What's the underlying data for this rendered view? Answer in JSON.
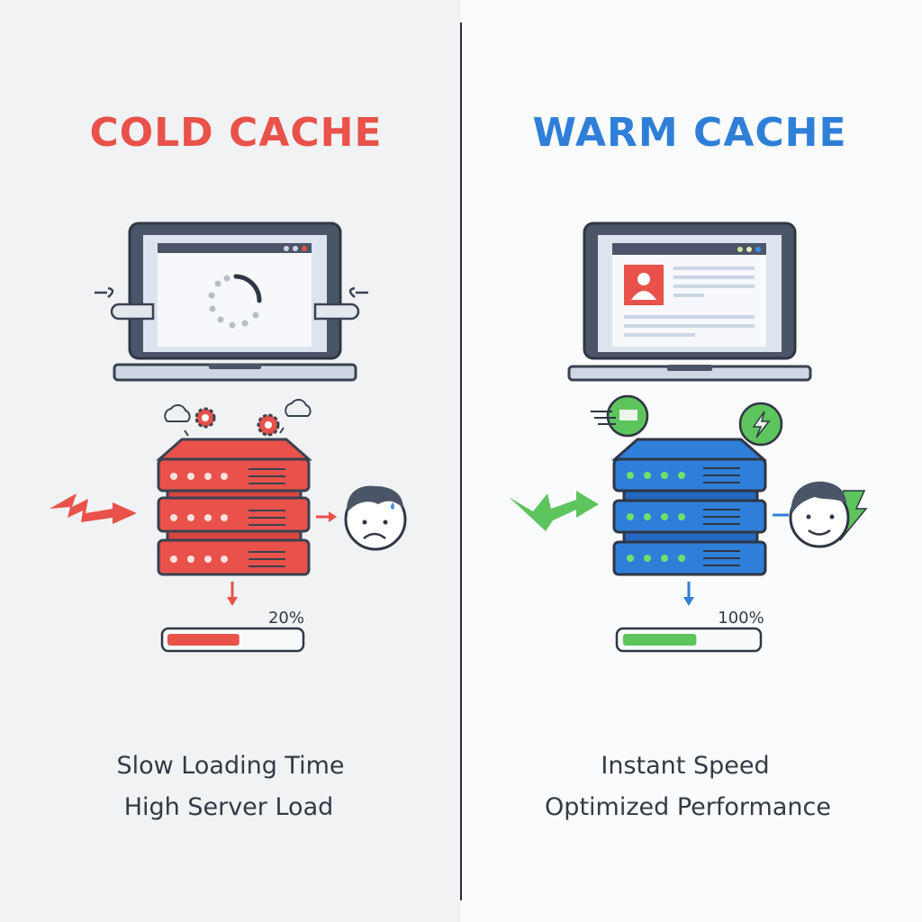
{
  "colors": {
    "cold": "#e8524a",
    "warm": "#2f7fd8",
    "success": "#5ec45e",
    "outline": "#3a4252",
    "divider": "#2b2f36"
  },
  "cold": {
    "title": "COLD CACHE",
    "icons": [
      "laptop-icon",
      "loading-spinner-icon",
      "server-icon",
      "gear-icon",
      "smoke-icon",
      "lightning-arrow-icon",
      "sad-face-icon"
    ],
    "progress_label": "20%",
    "progress_fill": 0.55,
    "captions": [
      "Slow Loading Time",
      "High Server Load"
    ]
  },
  "warm": {
    "title": "WARM CACHE",
    "icons": [
      "laptop-icon",
      "profile-card-icon",
      "server-icon",
      "fast-cache-badge-icon",
      "lightning-badge-icon",
      "lightning-arrow-icon",
      "happy-face-icon"
    ],
    "progress_label": "100%",
    "progress_fill": 0.55,
    "captions": [
      "Instant Speed",
      "Optimized Performance"
    ]
  }
}
